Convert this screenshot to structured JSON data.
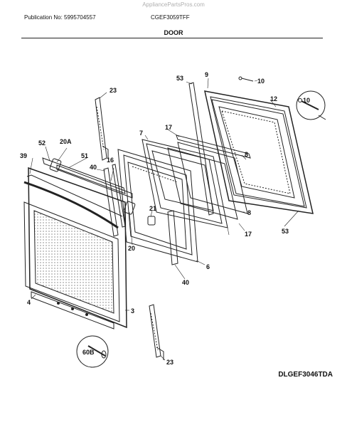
{
  "header": {
    "watermark": "AppliancePartsPros.com",
    "publication": "Publication No: 5995704557",
    "model": "CGEF3059TFF",
    "section_title": "DOOR",
    "diagram_code": "DLGEF3046TDA"
  },
  "callouts": [
    "53",
    "9",
    "10",
    "12",
    "23",
    "10",
    "7",
    "17",
    "52",
    "20A",
    "8",
    "39",
    "51",
    "40",
    "16",
    "21",
    "20",
    "8",
    "17",
    "53",
    "6",
    "40",
    "4",
    "3",
    "60B",
    "23"
  ]
}
